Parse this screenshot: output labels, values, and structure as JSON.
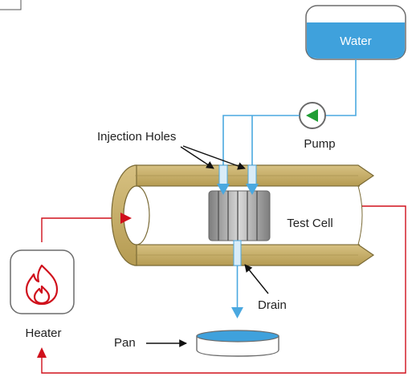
{
  "labels": {
    "water": "Water",
    "pump": "Pump",
    "injection_holes": "Injection Holes",
    "test_cell": "Test Cell",
    "drain": "Drain",
    "heater": "Heater",
    "pan": "Pan"
  },
  "colors": {
    "water": "#3fa1dc",
    "water_line": "#4aa8e0",
    "heat_line": "#d0101c",
    "pipe_tan": "#c8b16b",
    "pipe_tan_dark": "#9a8443",
    "pump_arrow": "#1f9d33",
    "coil": "#9c9c9c"
  },
  "icons": {
    "heater": "flame-icon",
    "pump": "pump-triangle-icon"
  }
}
